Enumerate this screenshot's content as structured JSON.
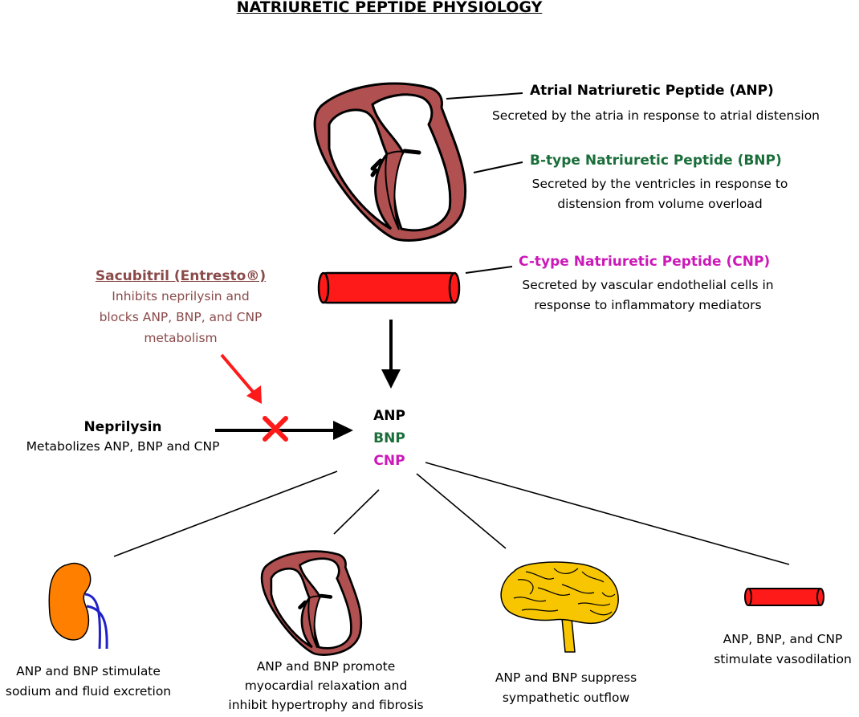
{
  "title": "NATRIURETIC PEPTIDE PHYSIOLOGY",
  "colors": {
    "heart_muscle": "#b05050",
    "vessel_red": "#ff1a1a",
    "bnp_green": "#1a6e3a",
    "cnp_magenta": "#cc18b8",
    "sacubitril_brown": "#8b4a4a",
    "kidney_orange": "#ff8000",
    "brain_yellow": "#f7c600",
    "ureter_blue": "#2020c8",
    "inhibit_red": "#ff1a1a"
  },
  "anp": {
    "name": "Atrial Natriuretic Peptide (ANP)",
    "desc": "Secreted by the atria in response to atrial distension"
  },
  "bnp": {
    "name": "B-type Natriuretic Peptide (BNP)",
    "desc_line1": "Secreted by the ventricles in response to",
    "desc_line2": "distension from volume overload"
  },
  "cnp": {
    "name": "C-type Natriuretic Peptide (CNP)",
    "desc_line1": "Secreted by vascular endothelial cells in",
    "desc_line2": "response to inflammatory mediators"
  },
  "sacubitril": {
    "name": "Sacubitril (Entresto®)",
    "line1": "Inhibits neprilysin and",
    "line2": "blocks ANP, BNP, and CNP",
    "line3": "metabolism"
  },
  "neprilysin": {
    "name": "Neprilysin",
    "desc": "Metabolizes ANP, BNP and CNP"
  },
  "center": {
    "anp": "ANP",
    "bnp": "BNP",
    "cnp": "CNP"
  },
  "effects": {
    "kidney": {
      "line1": "ANP and BNP stimulate",
      "line2": "sodium and fluid excretion"
    },
    "heart": {
      "line1": "ANP and BNP promote",
      "line2": "myocardial relaxation and",
      "line3": "inhibit hypertrophy and fibrosis"
    },
    "brain": {
      "line1": "ANP and BNP suppress",
      "line2": "sympathetic outflow"
    },
    "vessel": {
      "line1": "ANP, BNP, and CNP",
      "line2": "stimulate vasodilation"
    }
  }
}
